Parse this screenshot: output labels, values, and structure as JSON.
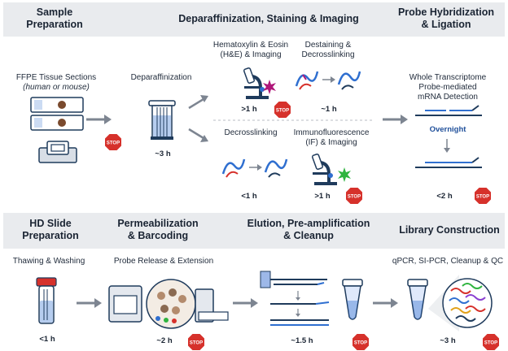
{
  "colors": {
    "band": "#e9ebee",
    "stop": "#d6312b",
    "navy": "#1f3b5c",
    "blue": "#2f6fd0",
    "arrow": "#7d8591"
  },
  "top": {
    "sample_header": "Sample\nPreparation",
    "deparaff_header": "Deparaffinization, Staining & Imaging",
    "probe_header": "Probe Hybridization\n& Ligation",
    "ffpe_label": "FFPE Tissue Sections",
    "ffpe_species": "(human or mouse)",
    "deparaff_label": "Deparaffinization",
    "deparaff_time": "~3 h",
    "he_label": "Hematoxylin & Eosin\n(H&E) & Imaging",
    "he_time": ">1 h",
    "destain_label": "Destaining &\nDecrosslinking",
    "destain_time": "~1 h",
    "decross_label": "Decrosslinking",
    "decross_time": "<1 h",
    "if_label": "Immunofluorescence\n(IF) & Imaging",
    "if_time": ">1 h",
    "wt_label": "Whole Transcriptome\nProbe-mediated\nmRNA Detection",
    "overnight": "Overnight",
    "probe_time": "<2 h"
  },
  "bottom": {
    "hd_header": "HD Slide\nPreparation",
    "perm_header": "Permeabilization\n& Barcoding",
    "elution_header": "Elution, Pre-amplification\n& Cleanup",
    "library_header": "Library Construction",
    "thawing_label": "Thawing & Washing",
    "probe_release_label": "Probe Release & Extension",
    "qpcr_label": "qPCR, SI-PCR, Cleanup & QC",
    "thaw_time": "<1 h",
    "perm_time": "~2 h",
    "elution_time": "~1.5 h",
    "library_time": "~3 h"
  },
  "stop_text": "STOP"
}
